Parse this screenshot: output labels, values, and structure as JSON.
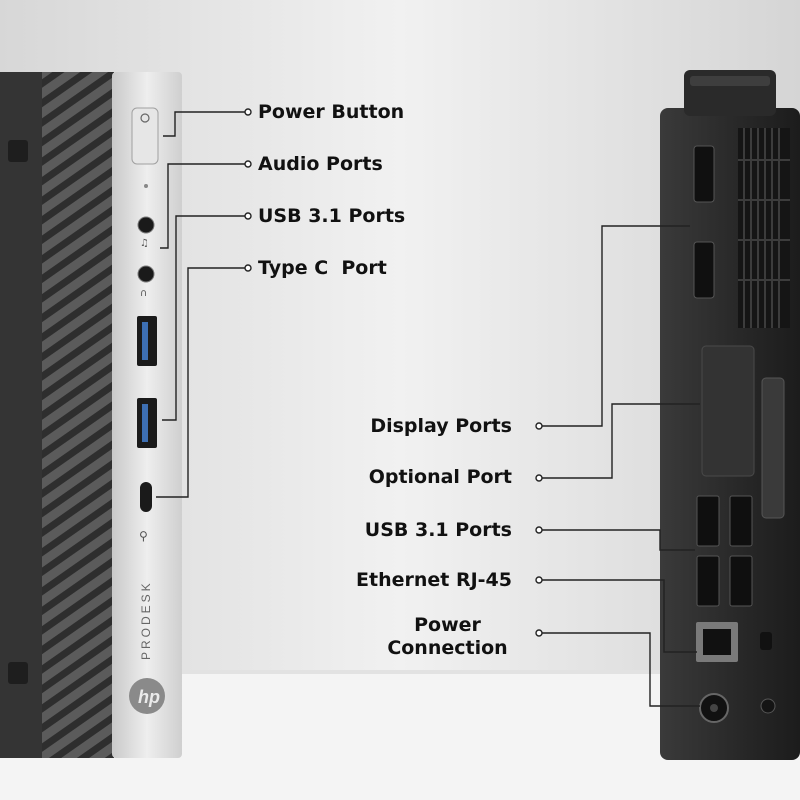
{
  "front": {
    "brand_text": "PRODESK",
    "logo_text": "hp",
    "callouts": [
      {
        "text": "Power Button"
      },
      {
        "text": "Audio Ports"
      },
      {
        "text": "USB 3.1 Ports"
      },
      {
        "text": "Type C  Port"
      }
    ]
  },
  "rear": {
    "callouts": [
      {
        "text": "Display Ports"
      },
      {
        "text": "Optional Port"
      },
      {
        "text": "USB 3.1 Ports"
      },
      {
        "text": "Ethernet RJ-45"
      },
      {
        "text_line1": "Power",
        "text_line2": "Connection"
      }
    ]
  },
  "colors": {
    "background_top": "#ececec",
    "background_wall": "#dcdcdc",
    "shelf": "#f2f2f2",
    "case_dark": "#2b2b2b",
    "front_silver": "#d8d8d8",
    "leader_line": "#222222"
  }
}
